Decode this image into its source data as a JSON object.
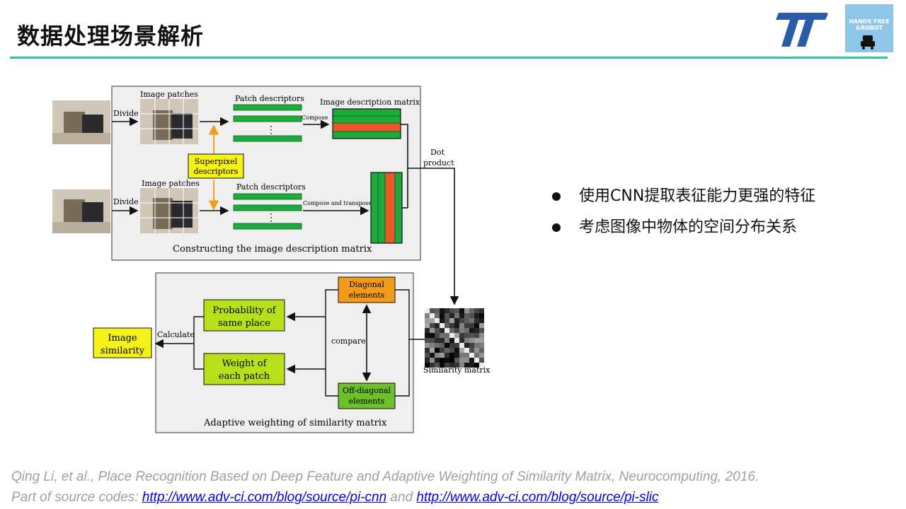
{
  "slide": {
    "title": "数据处理场景解析"
  },
  "logos": {
    "tt_label": "TT",
    "hf_line1": "HANDS FREE",
    "hf_line2": "&ROBOT"
  },
  "diagram": {
    "image_patches_top": "Image patches",
    "image_patches_bottom": "Image patches",
    "divide_top": "Divide",
    "divide_bottom": "Divide",
    "patch_desc_top": "Patch descriptors",
    "patch_desc_bottom": "Patch descriptors",
    "compose": "Compose",
    "compose_transpose": "Compose and transpose",
    "image_desc_matrix": "Image description matrix",
    "superpixel_line1": "Superpixel",
    "superpixel_line2": "descriptors",
    "dot_line1": "Dot",
    "dot_line2": "product",
    "constructing": "Constructing the image description matrix",
    "diagonal_line1": "Diagonal",
    "diagonal_line2": "elements",
    "offdiag_line1": "Off-diagonal",
    "offdiag_line2": "elements",
    "compare": "compare",
    "prob_line1": "Probability of",
    "prob_line2": "same place",
    "weight_line1": "Weight of",
    "weight_line2": "each patch",
    "calculate": "Calculate",
    "imgsim_line1": "Image",
    "imgsim_line2": "similarity",
    "similarity_matrix": "Similarity matrix",
    "adaptive": "Adaptive weighting of similarity matrix",
    "vdots": "⋮"
  },
  "bullets": [
    "使用CNN提取表征能力更强的特征",
    "考虑图像中物体的空间分布关系"
  ],
  "citation": {
    "line1": "Qing Li, et al., Place Recognition Based on Deep Feature and Adaptive Weighting of Similarity Matrix, Neurocomputing, 2016.",
    "prefix": "Part of source codes: ",
    "link1": "http://www.adv-ci.com/blog/source/pi-cnn",
    "and": " and ",
    "link2": "http://www.adv-ci.com/blog/source/pi-slic"
  },
  "colors": {
    "accent_rule": "#2ec4a0",
    "bar_green": "#1faa3c",
    "bar_red": "#e85a2a",
    "box_yellow": "#f5f21a",
    "box_orange": "#f29b1b",
    "box_lime": "#b8e01a",
    "logo_blue": "#2a5caa"
  }
}
